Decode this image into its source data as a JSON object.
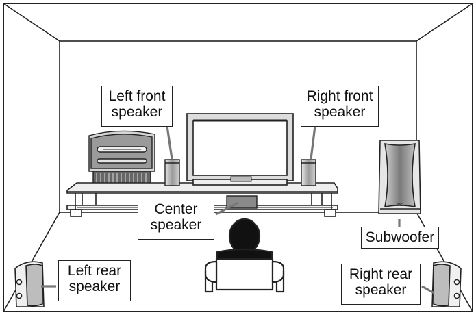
{
  "labels": {
    "left_front": [
      "Left front",
      "speaker"
    ],
    "right_front": [
      "Right front",
      "speaker"
    ],
    "center": [
      "Center",
      "speaker"
    ],
    "subwoofer": [
      "Subwoofer"
    ],
    "left_rear": [
      "Left rear",
      "speaker"
    ],
    "right_rear": [
      "Right rear",
      "speaker"
    ]
  },
  "subwoofer_badge": "JVC",
  "colors": {
    "line": "#222222",
    "grey_mid": "#9a9a9a",
    "grey_dark": "#5a5a5a",
    "grey_light": "#d8d8d8"
  }
}
